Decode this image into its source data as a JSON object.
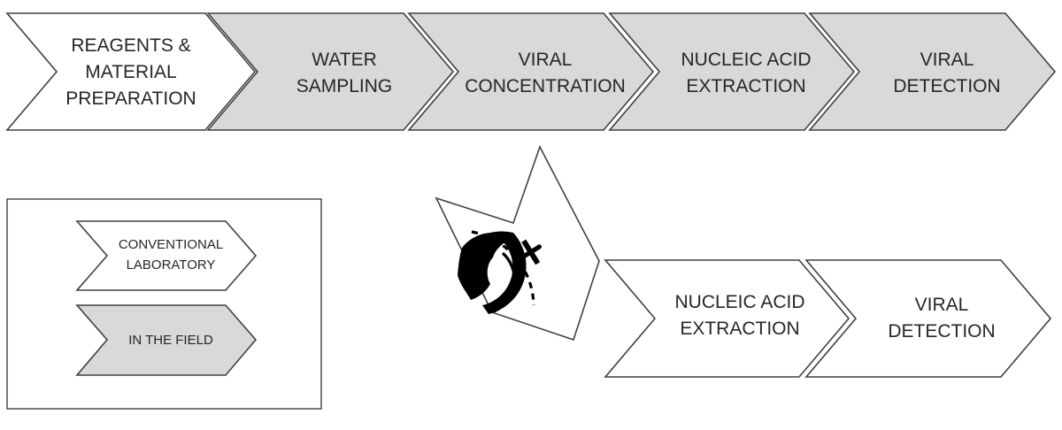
{
  "pipeline": {
    "steps": [
      {
        "lines": [
          "REAGENTS &",
          "MATERIAL",
          "PREPARATION"
        ],
        "kind": "conventional"
      },
      {
        "lines": [
          "WATER",
          "SAMPLING"
        ],
        "kind": "field"
      },
      {
        "lines": [
          "VIRAL",
          "CONCENTRATION"
        ],
        "kind": "field"
      },
      {
        "lines": [
          "NUCLEIC ACID",
          "EXTRACTION"
        ],
        "kind": "field"
      },
      {
        "lines": [
          "VIRAL",
          "DETECTION"
        ],
        "kind": "field"
      }
    ]
  },
  "transport": {
    "icon": "globe-with-airplane-icon"
  },
  "lab_steps": [
    {
      "lines": [
        "NUCLEIC ACID",
        "EXTRACTION"
      ],
      "kind": "conventional"
    },
    {
      "lines": [
        "VIRAL",
        "DETECTION"
      ],
      "kind": "conventional"
    }
  ],
  "legend": {
    "items": [
      {
        "lines": [
          "CONVENTIONAL",
          "LABORATORY"
        ],
        "kind": "conventional"
      },
      {
        "lines": [
          "IN THE FIELD"
        ],
        "kind": "field"
      }
    ]
  },
  "colors": {
    "conventional": "#ffffff",
    "field": "#d9d9d9",
    "outline": "#404040",
    "text": "#262626"
  }
}
